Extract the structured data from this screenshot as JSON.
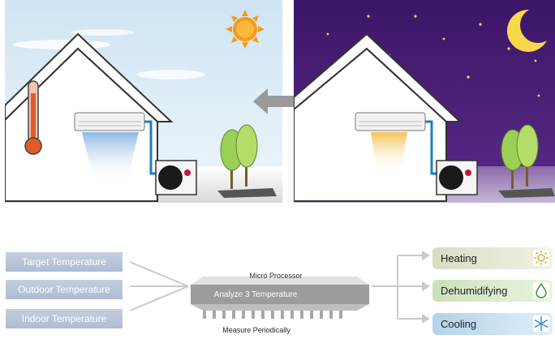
{
  "inputs": {
    "target": "Target Temperature",
    "outdoor": "Outdoor Temperature",
    "indoor": "Indoor Temperature"
  },
  "processor": {
    "title": "Micro Processor",
    "chip_text": "Analyze 3 Temperature",
    "caption": "Measure Periodically"
  },
  "modes": {
    "heating": "Heating",
    "dehumidifying": "Dehumidifying",
    "cooling": "Cooling"
  },
  "icons": {
    "day": "sun-icon",
    "night": "moon-icon",
    "switch": "double-arrow-icon",
    "heating": "sun-icon",
    "dehumidifying": "water-drop-icon",
    "cooling": "snowflake-icon"
  },
  "colors": {
    "day_sky": "#d6e9f5",
    "night_sky": "#4a1f78",
    "cool_air": "#9fc6ea",
    "warm_air": "#f7d27a"
  }
}
